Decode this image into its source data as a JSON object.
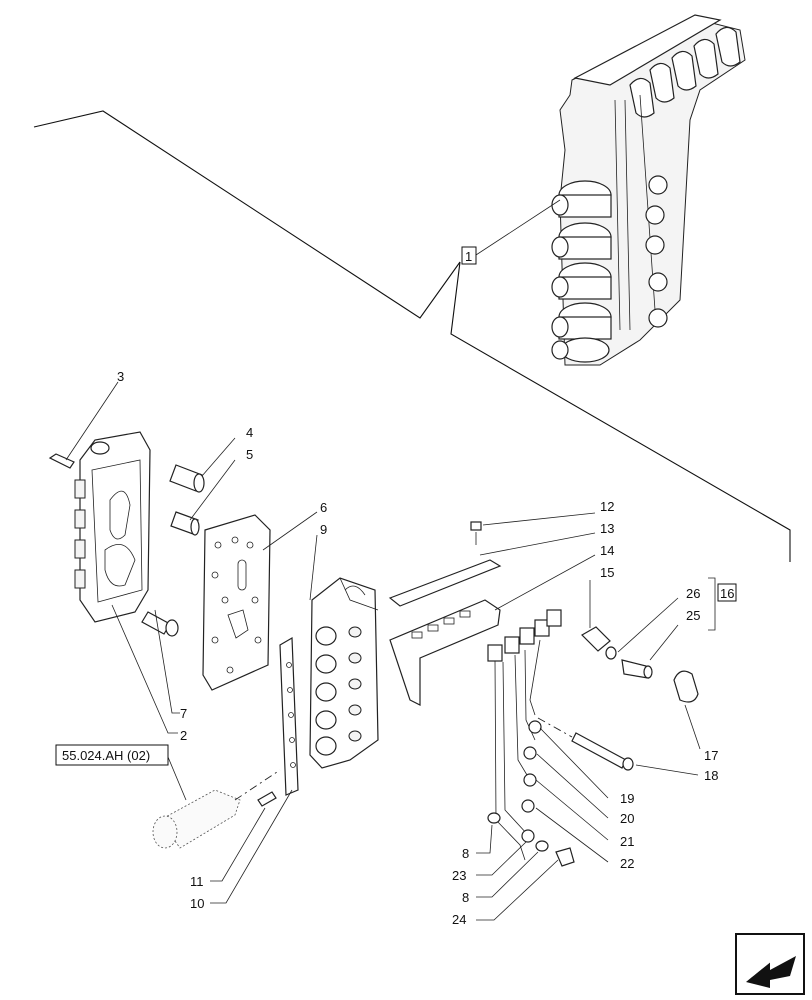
{
  "reference_label": "55.024.AH (02)",
  "callouts": {
    "c1": "1",
    "c2": "2",
    "c3": "3",
    "c4": "4",
    "c5": "5",
    "c6": "6",
    "c7": "7",
    "c8a": "8",
    "c8b": "8",
    "c9": "9",
    "c10": "10",
    "c11": "11",
    "c12": "12",
    "c13": "13",
    "c14": "14",
    "c15": "15",
    "c16": "16",
    "c17": "17",
    "c18": "18",
    "c19": "19",
    "c20": "20",
    "c21": "21",
    "c22": "22",
    "c23": "23",
    "c24": "24",
    "c25": "25",
    "c26": "26"
  },
  "nav_icon": "next-page-arrow-icon"
}
